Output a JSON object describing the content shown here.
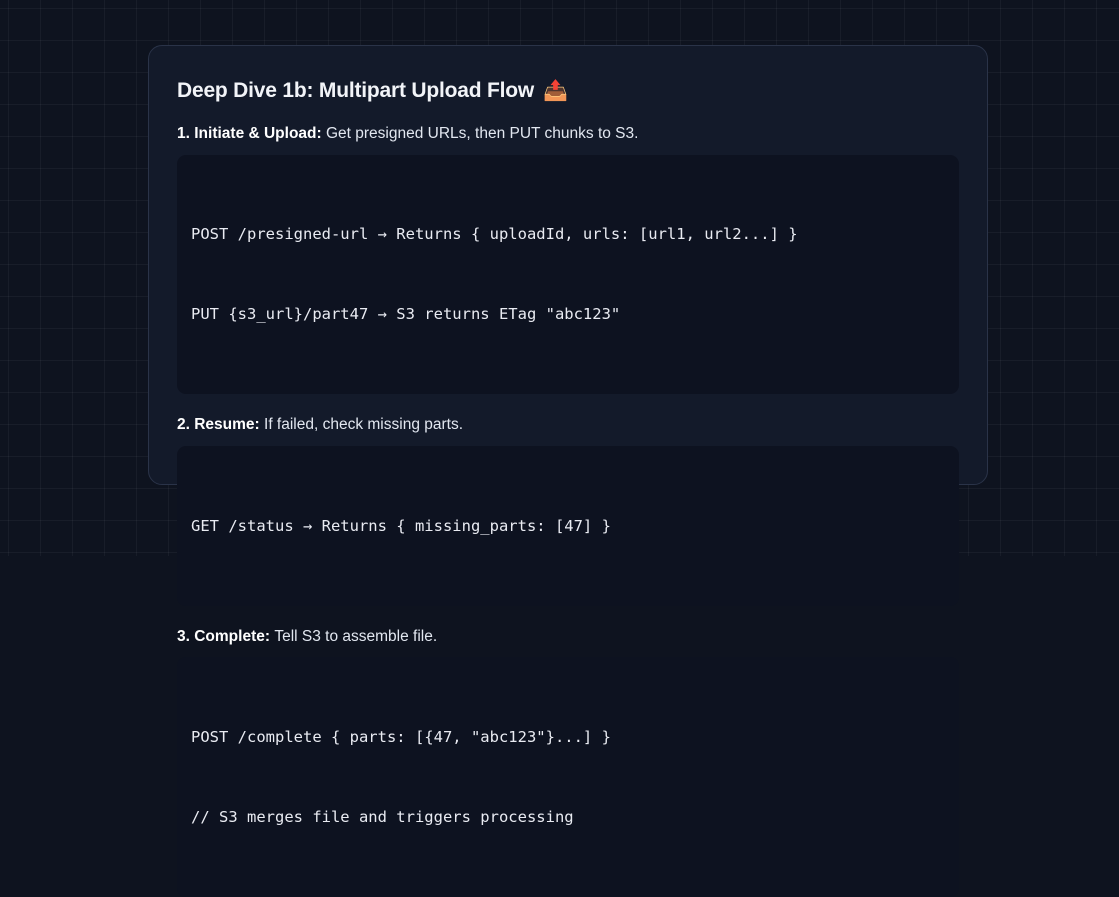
{
  "page": {
    "background_color": "#0e131f",
    "grid_color": "rgba(255,255,255,0.045)"
  },
  "card": {
    "background_color": "#131a2a",
    "border_color": "#2a3348",
    "title": "Deep Dive 1b: Multipart Upload Flow",
    "title_emoji": "📤",
    "title_emoji_name": "outbox-tray-emoji",
    "steps": [
      {
        "label": "1. Initiate & Upload",
        "separator": ": ",
        "description": "Get presigned URLs, then PUT chunks to S3.",
        "code_lines": [
          "POST /presigned-url → Returns { uploadId, urls: [url1, url2...] }",
          "PUT {s3_url}/part47 → S3 returns ETag \"abc123\""
        ]
      },
      {
        "label": "2. Resume",
        "separator": ": ",
        "description": "If failed, check missing parts.",
        "code_lines": [
          "GET /status → Returns { missing_parts: [47] }"
        ]
      },
      {
        "label": "3. Complete",
        "separator": ": ",
        "description": "Tell S3 to assemble file.",
        "code_lines": [
          "POST /complete { parts: [{47, \"abc123\"}...] }",
          "// S3 merges file and triggers processing"
        ]
      }
    ],
    "code_background_color": "#0d1220",
    "code_text_color": "#e9ebf2"
  }
}
